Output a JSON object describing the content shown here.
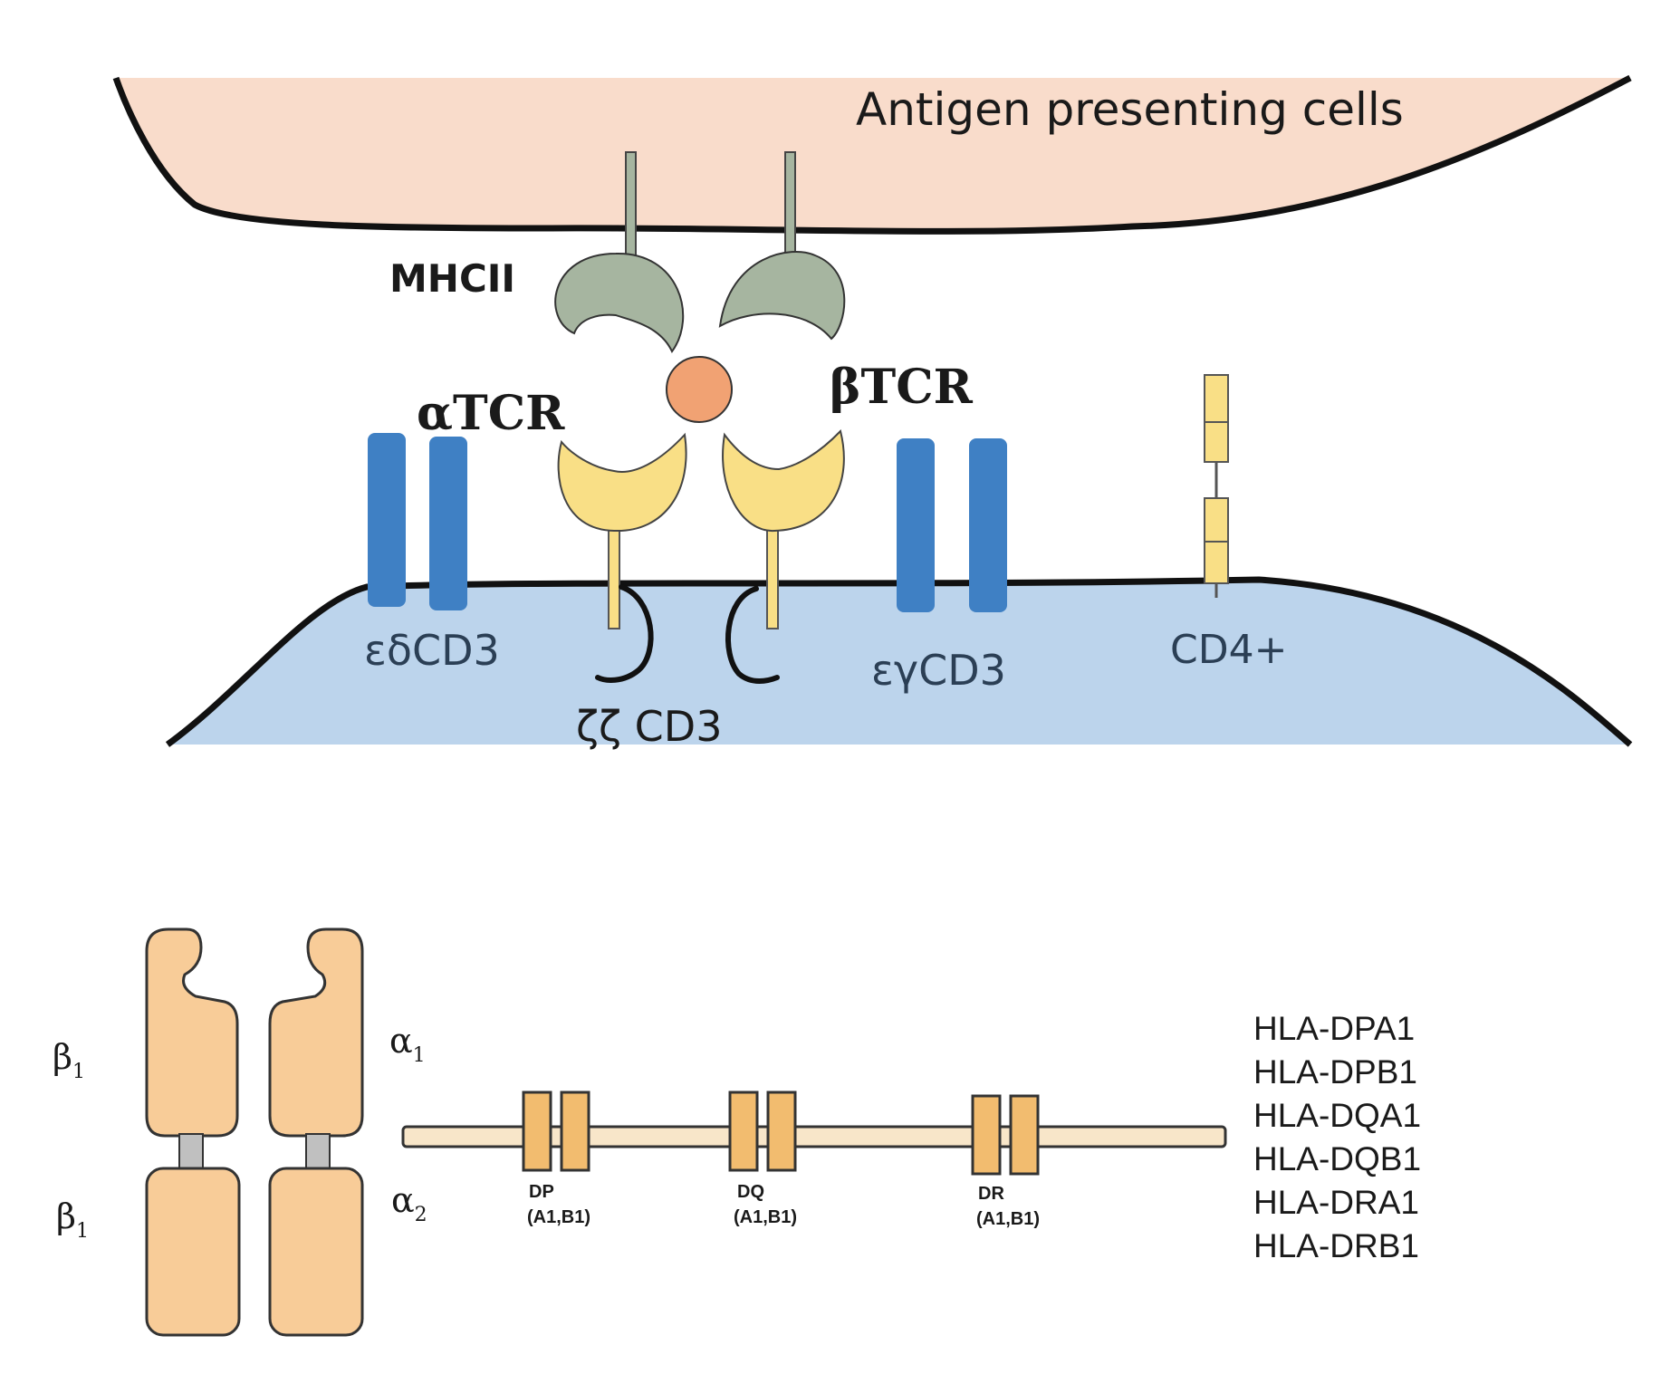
{
  "colors": {
    "apc_fill": "#f9dccb",
    "tcell_fill": "#bcd4ec",
    "mhc": "#a6b5a0",
    "tcr": "#f9df86",
    "cd3": "#3f80c4",
    "peptide": "#f1a273",
    "chain": "#f8cc98",
    "locus": "#f2bc6f",
    "chromosome": "#f8e6c9",
    "hinge": "#c0c0c0",
    "outline": "#111111"
  },
  "cells": {
    "apc_label": "Antigen presenting cells"
  },
  "receptors": {
    "mhc_label": "MHCII",
    "alpha_tcr_label": "αTCR",
    "beta_tcr_label": "βTCR",
    "ed_cd3_label": "εδCD3",
    "zz_cd3_label": "ζζ  CD3",
    "eg_cd3_label": "εγCD3",
    "cd4_label": "CD4+"
  },
  "mhc_structure": {
    "left_top": {
      "symbol": "β",
      "sub": "1"
    },
    "left_bottom": {
      "symbol": "β",
      "sub": "1"
    },
    "right_top": {
      "symbol": "α",
      "sub": "1"
    },
    "right_bottom": {
      "symbol": "α",
      "sub": "2"
    }
  },
  "loci": [
    {
      "name": "DP",
      "genes": "(A1,B1)"
    },
    {
      "name": "DQ",
      "genes": "(A1,B1)"
    },
    {
      "name": "DR",
      "genes": "(A1,B1)"
    }
  ],
  "hla_genes": [
    "HLA-DPA1",
    "HLA-DPB1",
    "HLA-DQA1",
    "HLA-DQB1",
    "HLA-DRA1",
    "HLA-DRB1"
  ]
}
